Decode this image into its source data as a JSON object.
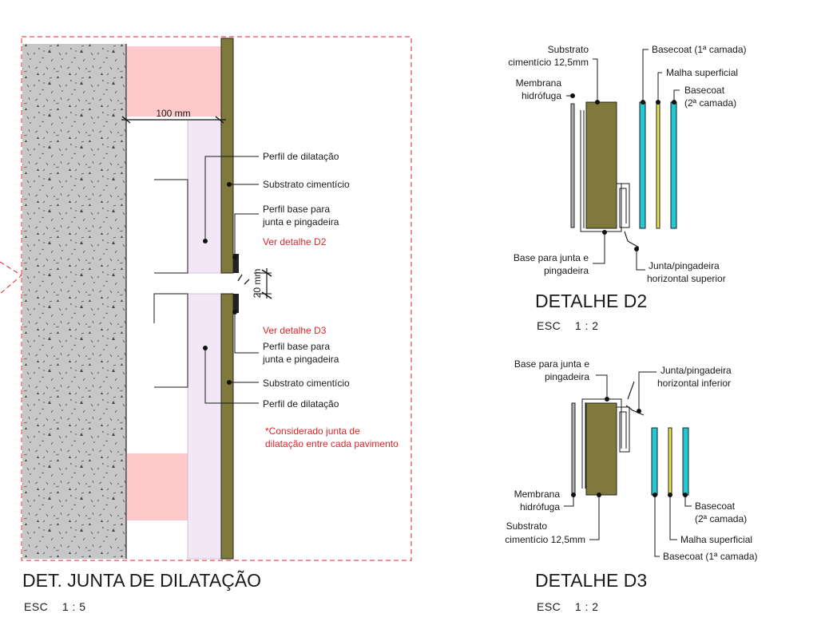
{
  "main_detail": {
    "title": "DET. JUNTA DE DILATAÇÃO",
    "scale": "ESC    1 : 5",
    "dim_width": "100 mm",
    "dim_joint": "20 mm",
    "labels": {
      "perfil_dilatacao_top": "Perfil de dilatação",
      "substrato_top": "Substrato cimentício",
      "perfil_base_top_1": "Perfil base para",
      "perfil_base_top_2": "junta e pingadeira",
      "ver_d2": "Ver detalhe D2",
      "ver_d3": "Ver detalhe D3",
      "perfil_base_bot_1": "Perfil base para",
      "perfil_base_bot_2": "junta e pingadeira",
      "substrato_bot": "Substrato cimentício",
      "perfil_dilatacao_bot": "Perfil de dilatação",
      "note_1": "*Considerado junta de",
      "note_2": "dilatação entre cada pavimento"
    }
  },
  "detail_d2": {
    "title": "DETALHE D2",
    "scale": "ESC    1 : 2",
    "labels": {
      "substrato_1": "Substrato",
      "substrato_2": "cimentício 12,5mm",
      "membrana_1": "Membrana",
      "membrana_2": "hidrófuga",
      "basecoat1_1": "Basecoat (1ª camada)",
      "malha": "Malha superficial",
      "basecoat2_1": "Basecoat",
      "basecoat2_2": "(2ª camada)",
      "base_junta_1": "Base para junta e",
      "base_junta_2": "pingadeira",
      "junta_1": "Junta/pingadeira",
      "junta_2": "horizontal superior"
    }
  },
  "detail_d3": {
    "title": "DETALHE D3",
    "scale": "ESC    1 : 2",
    "labels": {
      "base_junta_1": "Base para junta e",
      "base_junta_2": "pingadeira",
      "junta_1": "Junta/pingadeira",
      "junta_2": "horizontal inferior",
      "membrana_1": "Membrana",
      "membrana_2": "hidrófuga",
      "substrato_1": "Substrato",
      "substrato_2": "cimentício 12,5mm",
      "basecoat2_1": "Basecoat",
      "basecoat2_2": "(2ª camada)",
      "malha": "Malha superficial",
      "basecoat1": "Basecoat (1ª camada)"
    }
  },
  "colors": {
    "substrate": "#7f7a3c",
    "basecoat": "#22c8d2",
    "mesh": "#e8e44a",
    "concrete": "#c7c7c7",
    "pink": "#ffc9cb",
    "lavender": "#f3e6f6",
    "annotation_red": "#e0242a"
  }
}
